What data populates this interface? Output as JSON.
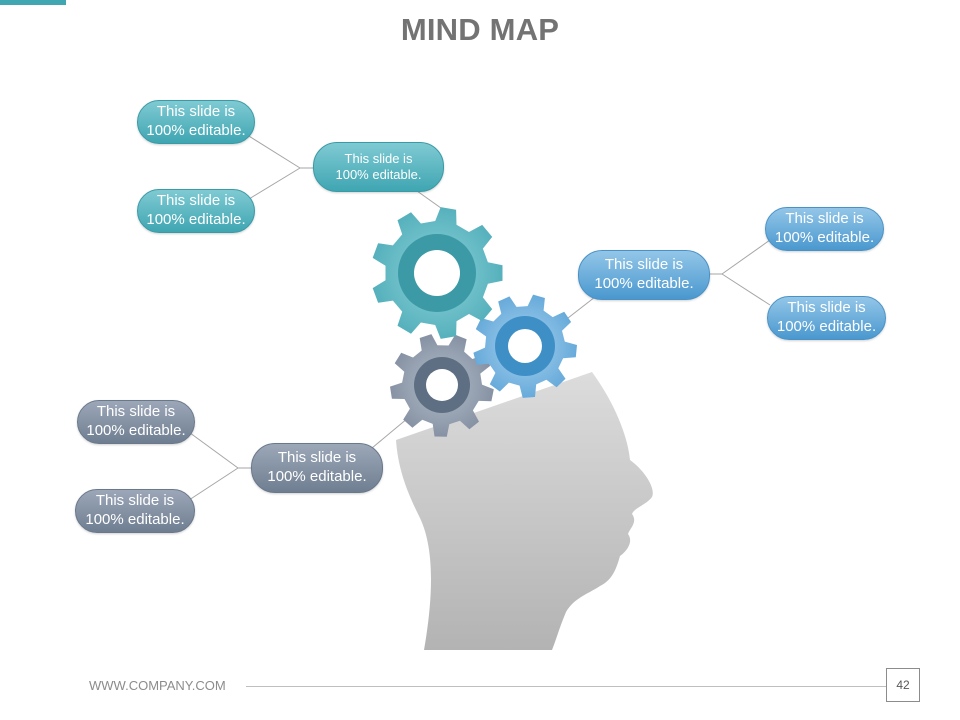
{
  "slide": {
    "title": "MIND MAP",
    "footer_url": "WWW.COMPANY.COM",
    "page_number": "42"
  },
  "colors": {
    "accent": "#3fa6b2",
    "teal": "#4fb3bf",
    "blue": "#5aa4d8",
    "grey": "#7d8a9c",
    "head": "#c8c8c8",
    "title": "#737373"
  },
  "icons": [
    "head-silhouette-icon",
    "large-gear-icon",
    "medium-gear-icon",
    "small-gear-icon"
  ],
  "nodes": {
    "teal_hub": "This slide is\n100% editable.",
    "teal_leaf_1": "This slide is\n100% editable.",
    "teal_leaf_2": "This slide is\n100% editable.",
    "blue_hub": "This slide is\n100% editable.",
    "blue_leaf_1": "This slide is\n100% editable.",
    "blue_leaf_2": "This slide is\n100% editable.",
    "grey_hub": "This slide is\n100% editable.",
    "grey_leaf_1": "This slide is\n100% editable.",
    "grey_leaf_2": "This slide is\n100% editable."
  }
}
